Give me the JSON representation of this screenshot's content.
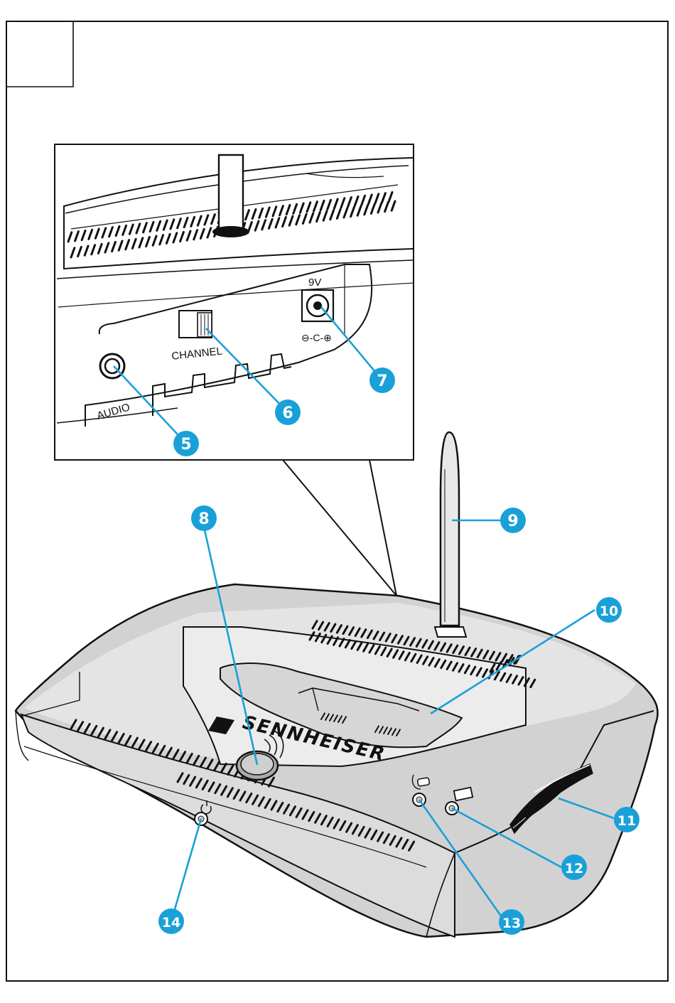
{
  "colors": {
    "callout": "#1aa0d8",
    "ink": "#111111",
    "paper": "#ffffff",
    "device": "#d2d2d2"
  },
  "panel": {
    "labels": {
      "audio": "AUDIO",
      "channel": "CHANNEL",
      "voltage": "9V",
      "polarity": "⊖-C-⊕"
    }
  },
  "device": {
    "brand": "SENNHEISER"
  },
  "callouts": [
    {
      "num": "5",
      "part": "audio-socket"
    },
    {
      "num": "6",
      "part": "channel-switch"
    },
    {
      "num": "7",
      "part": "dc-socket"
    },
    {
      "num": "8",
      "part": "link-button"
    },
    {
      "num": "9",
      "part": "antenna"
    },
    {
      "num": "10",
      "part": "charging-cradle"
    },
    {
      "num": "11",
      "part": "battery-compartment"
    },
    {
      "num": "12",
      "part": "battery-led"
    },
    {
      "num": "13",
      "part": "charging-led"
    },
    {
      "num": "14",
      "part": "power-led"
    }
  ]
}
